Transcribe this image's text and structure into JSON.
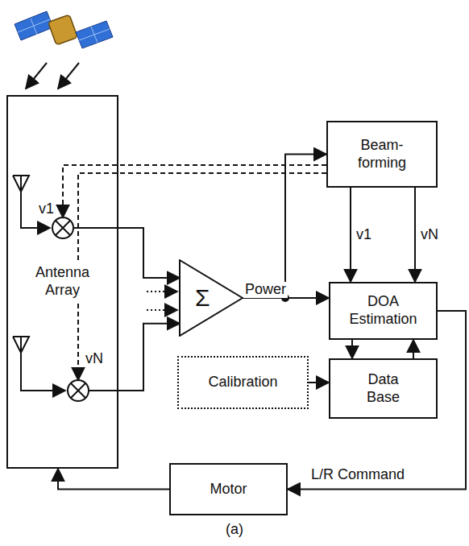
{
  "diagram": {
    "nodes": [
      {
        "text": [
          "Antenna Array"
        ]
      },
      {
        "text": [
          "Beam- forming"
        ]
      },
      {
        "text": [
          "Σ"
        ]
      },
      {
        "text": [
          "DOA Estimation"
        ]
      },
      {
        "text": [
          "Calibration"
        ]
      },
      {
        "text": [
          "Data Base"
        ]
      },
      {
        "text": [
          "Motor"
        ]
      }
    ],
    "edges": [
      {
        "from": 0,
        "to": 2,
        "arrow": "to"
      },
      {
        "from": 0,
        "to": 2,
        "arrow": "to"
      },
      {
        "from": 2,
        "to": 3,
        "label": "Power",
        "arrow": "to"
      },
      {
        "from": 2,
        "to": 1,
        "arrow": "to"
      },
      {
        "from": 1,
        "to": 3,
        "label": "v1",
        "arrow": "to"
      },
      {
        "from": 1,
        "to": 3,
        "label": "vN",
        "arrow": "to"
      },
      {
        "from": 1,
        "to": 0,
        "label": "v1",
        "arrow": "to"
      },
      {
        "from": 1,
        "to": 0,
        "label": "vN",
        "arrow": "to"
      },
      {
        "from": 3,
        "to": 5,
        "arrow": "to"
      },
      {
        "from": 5,
        "to": 3,
        "arrow": "to"
      },
      {
        "from": 4,
        "to": 5,
        "arrow": "to"
      },
      {
        "from": 3,
        "to": 6,
        "label": "L/R Command",
        "arrow": "to"
      },
      {
        "from": 6,
        "to": 0,
        "arrow": "to"
      }
    ],
    "labels": [
      "(a)"
    ]
  }
}
